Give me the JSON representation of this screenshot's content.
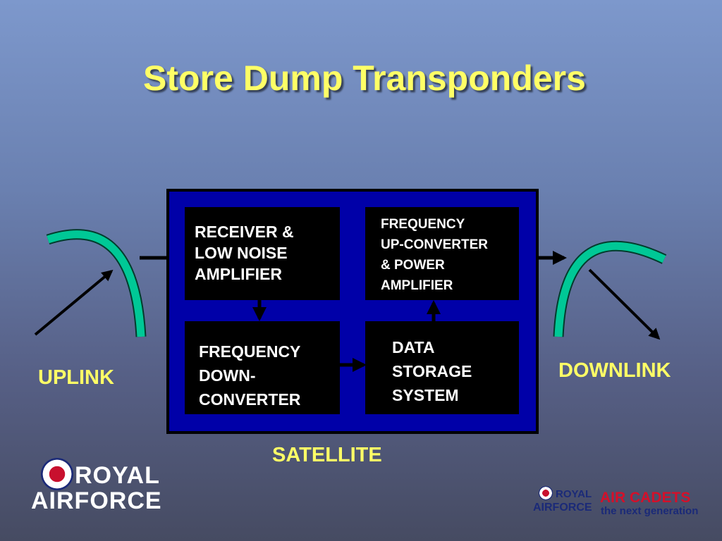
{
  "title": "Store Dump Transponders",
  "blocks": {
    "receiver": "RECEIVER &\nLOW  NOISE\nAMPLIFIER",
    "upconverter": "FREQUENCY\nUP-CONVERTER\n & POWER\nAMPLIFIER",
    "downconverter": "FREQUENCY\nDOWN-\nCONVERTER",
    "storage": "DATA\nSTORAGE\nSYSTEM"
  },
  "labels": {
    "uplink": "UPLINK",
    "downlink": "DOWNLINK",
    "satellite": "SATELLITE"
  },
  "logos": {
    "raf_royal": "ROYAL",
    "raf_airforce": "AIRFORCE",
    "cadets_royal": "ROYAL",
    "cadets_airforce": "AIRFORCE",
    "cadets_title": "AIR CADETS",
    "cadets_tagline": "the next generation"
  },
  "colors": {
    "title": "#ffff66",
    "satellite_box": "#0000a8",
    "dish": "#00c896",
    "label": "#ffff66"
  }
}
